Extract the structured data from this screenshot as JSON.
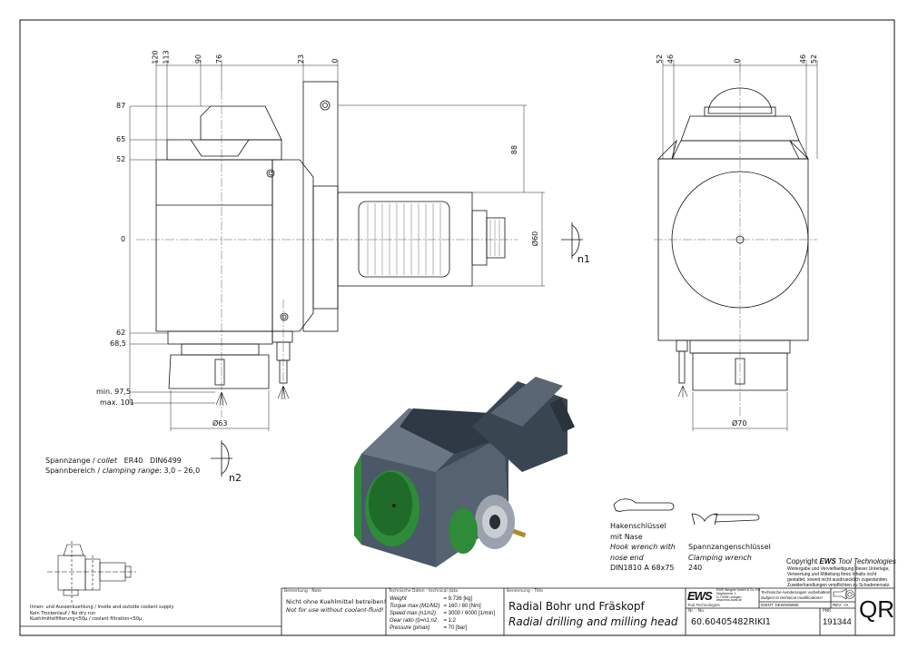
{
  "dimensions": {
    "front_top": [
      "120",
      "113",
      "90",
      "76",
      "23",
      "0"
    ],
    "front_left": [
      "87",
      "65",
      "52",
      "0",
      "62",
      "68,5",
      "min. 97,5",
      "max. 101"
    ],
    "spindle_height": "88",
    "spindle_diameter": "Ø60",
    "collet_diameter": "Ø63",
    "side_top": [
      "52",
      "46",
      "0",
      "46",
      "52"
    ],
    "side_diameter": "Ø70",
    "rotation_n1": "n1",
    "rotation_n2": "n2"
  },
  "collet_info": {
    "line1_de": "Spannzange /",
    "line1_en": "collet",
    "line1_type": "ER40",
    "line1_norm": "DIN6499",
    "line2_de": "Spannbereich /",
    "line2_en": "clamping range",
    "line2_value": ": 3,0 – 26,0"
  },
  "wrenches": {
    "hook": [
      "Hakenschlüssel",
      "mit Nase",
      "Hook wrench with",
      "nose end",
      "DIN1810 A 68x75"
    ],
    "clamping": [
      "Spannzangenschlüssel",
      "Clamping wrench",
      "240"
    ]
  },
  "coolant": {
    "lines": [
      "Innen- und Aussenkuehlung / Inside and outside coolant supply",
      "Kein Trockenlauf / No dry run",
      "Kuehlmittelfilterung<50µ / coolant filtration<50µ"
    ]
  },
  "copyright": {
    "title_prefix": "Copyright",
    "brand": "EWS",
    "title_suffix": "Tool Technologies",
    "text": [
      "Weitergabe und Vervielfaeltigung dieser Unterlage,",
      "Verwertung und Mitteilung ihres Inhalts nicht",
      "gestattet, soweit nicht ausdruecklich zugestanden.",
      "Zuwiderhandlungen verpflichten zu Schadenersatz."
    ]
  },
  "title_block": {
    "note_label": "Bemerkung - Note",
    "note_de": "Nicht ohne Kuehlmittel betreiben!",
    "note_en": "Not for use without coolant-fluid!",
    "tech_label": "Technische Daten - technical data",
    "tech": [
      {
        "k": "Weight",
        "v": "= 9.736 [kg]"
      },
      {
        "k": "Torque max (M1/M2)",
        "v": "= 160 / 80 [Nm]"
      },
      {
        "k": "Speed max (n1/n2)",
        "v": "= 3000 / 6000 [1/min]"
      },
      {
        "k": "Gear ratio (i)=n1:n2",
        "v": "= 1:2"
      },
      {
        "k": "Pressure (pmax)",
        "v": "= 70 [bar]"
      }
    ],
    "title_label": "Benennung - Title",
    "title_de": "Radial Bohr und Fräskopf",
    "title_en": "Radial drilling and milling head",
    "logo": "EWS",
    "logo_sub": "Tool Technologies",
    "company": [
      "EWS Weigele GmbH & Co. KG",
      "Maybachstr. 1",
      "D-73098 Uhingen",
      "www.ews-tools.de"
    ],
    "changes_de": "Technische Aenderungen vorbehalten!",
    "changes_en": "Subject to technical modifications!",
    "ident": "IDENT: DEWS05980",
    "rev": "REV: -/A",
    "nr_label": "Nr. - No.",
    "part_number": "60.60405482RIKI1",
    "pnr_label": "PNR",
    "pnr": "191344",
    "qr": "QR"
  },
  "colors": {
    "body": "#4b5868",
    "body_dark": "#333d49",
    "accent_green": "#2e8b3a",
    "line": "#111111"
  }
}
